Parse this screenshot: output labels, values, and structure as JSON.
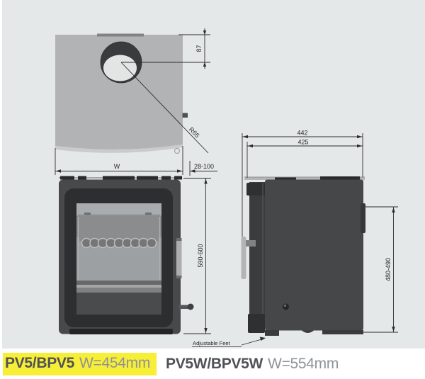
{
  "diagram": {
    "top_view": {
      "dims": {
        "flue_centre_from_back": "87",
        "flue_radius": "R65",
        "width_symbol": "W",
        "flue_offset_range": "28-100"
      }
    },
    "front_view": {
      "dims": {
        "overall_height": "590-600"
      }
    },
    "side_view": {
      "dims": {
        "overall_depth": "442",
        "body_depth": "425",
        "rear_height": "480-490"
      },
      "feet_label": "Adjustable Feet"
    }
  },
  "footer": {
    "models": [
      {
        "name": "PV5/BPV5",
        "width": "W=454mm",
        "highlighted": true
      },
      {
        "name": "PV5W/BPV5W",
        "width": "W=554mm",
        "highlighted": false
      }
    ]
  },
  "colors": {
    "panel_background": "#e5e8e9",
    "top_plate_gray": "#b1b3b5",
    "stove_body_dark": "#48494b",
    "glass_gray": "#9da0a2",
    "dimension_line": "#2c2d2f",
    "highlight_yellow": "#f7ee38",
    "model_text": "#515256",
    "width_text": "#8f9296"
  }
}
